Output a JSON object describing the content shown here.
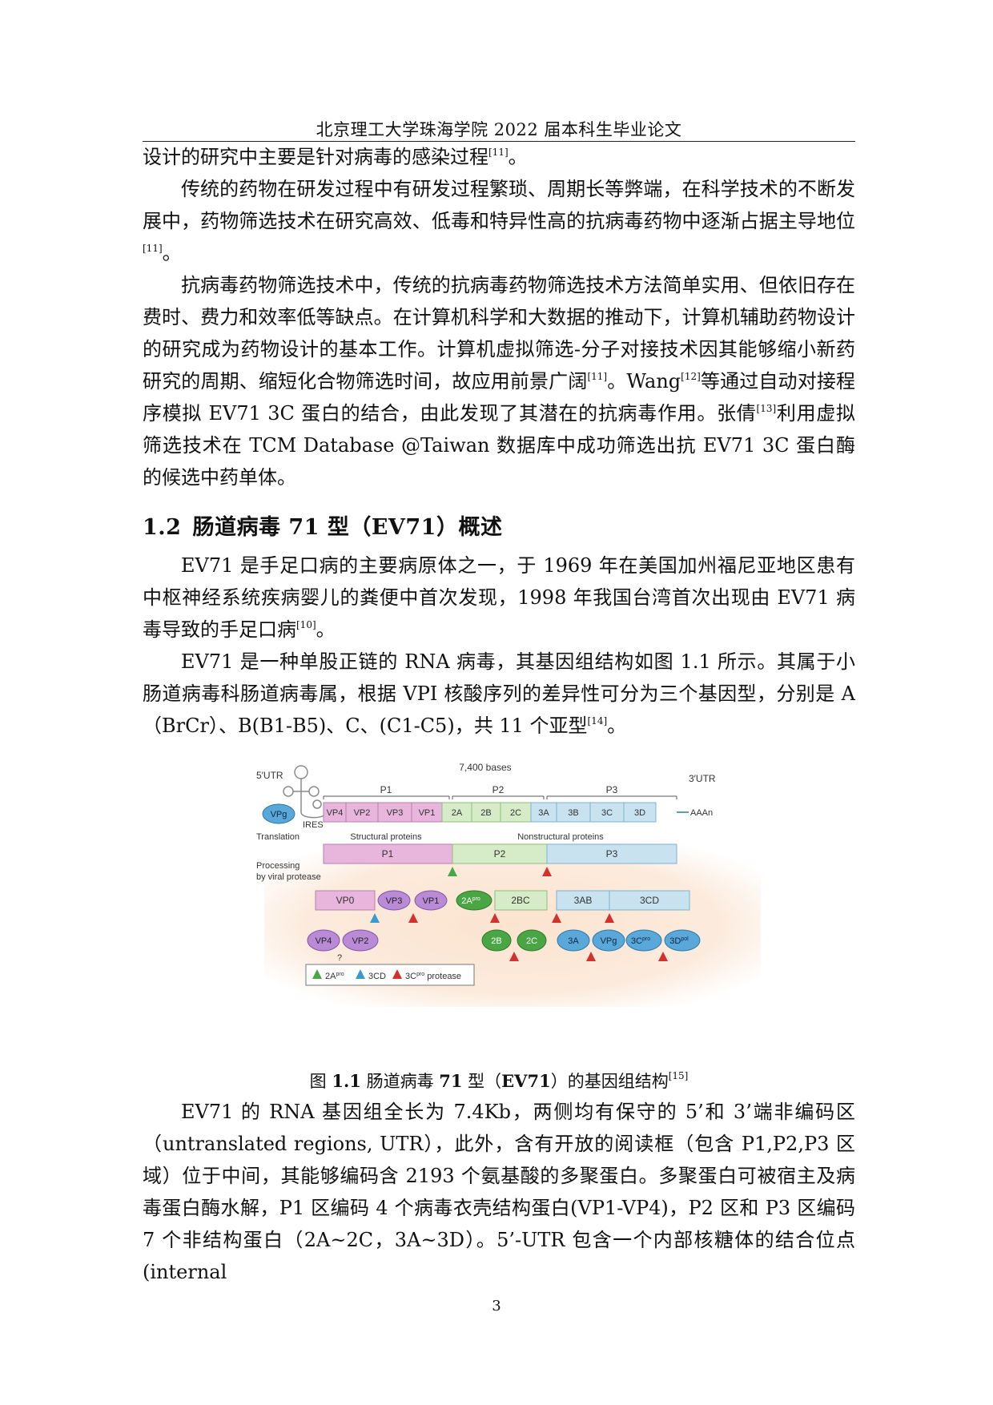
{
  "header": {
    "title": "北京理工大学珠海学院 2022 届本科生毕业论文"
  },
  "paragraphs": {
    "p1": {
      "text": "设计的研究中主要是针对病毒的感染过程",
      "ref": "[11]",
      "end": "。"
    },
    "p2": {
      "text": "传统的药物在研发过程中有研发过程繁琐、周期长等弊端，在科学技术的不断发展中，药物筛选技术在研究高效、低毒和特异性高的抗病毒药物中逐渐占据主导地位",
      "ref": "[11]",
      "end": "。"
    },
    "p3": {
      "a": "抗病毒药物筛选技术中，传统的抗病毒药物筛选技术方法简单实用、但依旧存在费时、费力和效率低等缺点。在计算机科学和大数据的推动下，计算机辅助药物设计的研究成为药物设计的基本工作。计算机虚拟筛选-分子对接技术因其能够缩小新药研究的周期、缩短化合物筛选时间，故应用前景广阔",
      "ref1": "[11]",
      "b": "。Wang",
      "ref2": "[12]",
      "c": "等通过自动对接程序模拟 EV71 3C 蛋白的结合，由此发现了其潜在的抗病毒作用。张倩",
      "ref3": "[13]",
      "d": "利用虚拟筛选技术在 TCM Database @Taiwan 数据库中成功筛选出抗 EV71 3C 蛋白酶的候选中药单体。"
    },
    "p4": {
      "text": "EV71 是手足口病的主要病原体之一，于 1969 年在美国加州福尼亚地区患有中枢神经系统疾病婴儿的粪便中首次发现，1998 年我国台湾首次出现由 EV71 病毒导致的手足口病",
      "ref": "[10]",
      "end": "。"
    },
    "p5": {
      "text": "EV71 是一种单股正链的 RNA 病毒，其基因组结构如图 1.1 所示。其属于小肠道病毒科肠道病毒属，根据 VPI 核酸序列的差异性可分为三个基因型，分别是 A（BrCr）、B(B1-B5)、C、(C1-C5)，共 11 个亚型",
      "ref": "[14]",
      "end": "。"
    },
    "p6": {
      "text": "EV71 的 RNA 基因组全长为 7.4Kb，两侧均有保守的 5’和 3’端非编码区（untranslated regions, UTR），此外，含有开放的阅读框（包含 P1,P2,P3 区域）位于中间，其能够编码含 2193 个氨基酸的多聚蛋白。多聚蛋白可被宿主及病毒蛋白酶水解，P1 区编码 4 个病毒衣壳结构蛋白(VP1-VP4)，P2 区和 P3 区编码 7 个非结构蛋白（2A~2C，3A~3D）。5’-UTR 包含一个内部核糖体的结合位点(internal"
    }
  },
  "section": {
    "number": "1.2",
    "title": "肠道病毒 71 型（EV71）概述"
  },
  "figure": {
    "bases": "7,400 bases",
    "utr5": "5′UTR",
    "utr3": "3′UTR",
    "vpg": "VPg",
    "ires": "IRES",
    "aaan": "AAAn",
    "regions": {
      "p1": "P1",
      "p2": "P2",
      "p3": "P3"
    },
    "genes": [
      "VP4",
      "VP2",
      "VP3",
      "VP1",
      "2A",
      "2B",
      "2C",
      "3A",
      "3B",
      "3C",
      "3D"
    ],
    "translation": "Translation",
    "structural": "Structural proteins",
    "nonstructural": "Nonstructural proteins",
    "processing1": "Processing",
    "processing2": "by viral protease",
    "row3": [
      "VP0",
      "VP3",
      "VP1",
      "2A",
      "2BC",
      "3AB",
      "3CD"
    ],
    "row4": [
      "VP4",
      "VP2",
      "2B",
      "2C",
      "3A",
      "VPg",
      "3C",
      "3D"
    ],
    "pro": "pro",
    "pol": "pol",
    "question": "?",
    "legend": {
      "a": "2A",
      "a_sup": "pro",
      "b": "3CD",
      "c": "3C",
      "c_sup": "pro",
      "c_end": " protease"
    },
    "colors": {
      "p1": "#e8b6dc",
      "p2": "#d6ecc8",
      "p3": "#c8e2f0",
      "green": "#4aa544",
      "blue": "#3a9ad0",
      "red": "#d2322d",
      "purple": "#a57cc7",
      "glow": "#fbe3cf"
    }
  },
  "caption": {
    "prefix": "图 ",
    "number": "1.1",
    "mid": " 肠道病毒 ",
    "bold2": "71",
    "mid2": " 型（",
    "bold3": "EV71",
    "end": "）的基因组结构",
    "ref": "[15]"
  },
  "page_number": "3"
}
